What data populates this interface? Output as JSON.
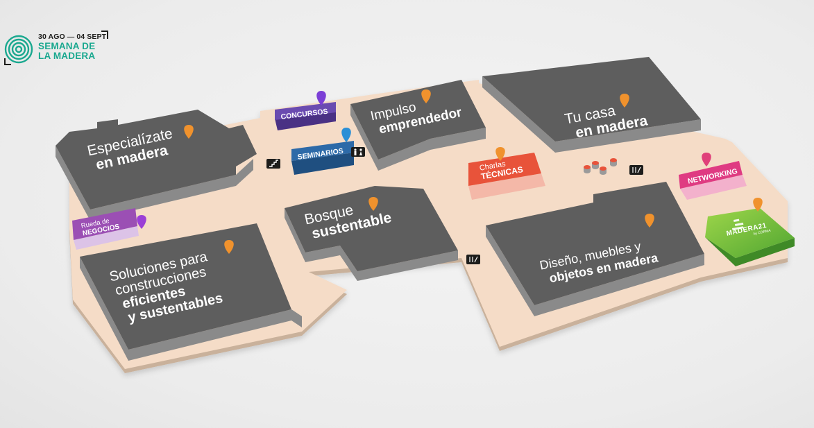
{
  "header": {
    "dates": "30 AGO — 04 SEPT",
    "title_line1": "SEMANA DE",
    "title_line2": "LA MADERA"
  },
  "halls": {
    "especializate": {
      "line1": "Especialízate",
      "line2": "en madera"
    },
    "impulso": {
      "line1": "Impulso",
      "line2": "emprendedor"
    },
    "tucasa": {
      "line1": "Tu casa",
      "line2": "en madera"
    },
    "bosque": {
      "line1": "Bosque",
      "line2": "sustentable"
    },
    "soluciones": {
      "line1": "Soluciones para",
      "line2": "construcciones",
      "line3": "eficientes",
      "line4": "y sustentables"
    },
    "diseno": {
      "line1": "Diseño, muebles y",
      "line2": "objetos en madera"
    }
  },
  "zones": {
    "concursos": "CONCURSOS",
    "seminarios": "SEMINARIOS",
    "charlas_1": "Charlas",
    "charlas_2": "TÉCNICAS",
    "networking": "NETWORKING",
    "rueda_1": "Rueda de",
    "rueda_2": "NEGOCIOS",
    "madera21": "MADERA21",
    "madera21_sub": "by CORMA"
  },
  "colors": {
    "floor": "#f5dcc7",
    "hall": "#5e5e5e",
    "pin_orange": "#f0922d",
    "pin_purple": "#7b3fd6",
    "pin_blue": "#2a8fd6",
    "pin_pink": "#e0407a",
    "concursos": "#6a4bb0",
    "seminarios": "#2d6aa8",
    "charlas": "#e8533a",
    "networking": "#df3b82",
    "rueda": "#9b4fb4",
    "madera21": "#7cbf3a",
    "logo_teal": "#1aa88f"
  },
  "icons": [
    "restroom-icon",
    "stairs-icon",
    "dining-icon"
  ]
}
